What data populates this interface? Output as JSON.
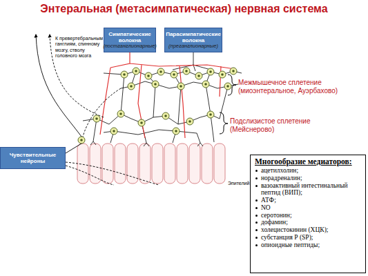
{
  "diagram": {
    "title": "Энтеральная (метасимпатическая) нервная система",
    "nodes": [
      {
        "text": [
          "Симпатические волокна",
          "(постганглионарные)"
        ]
      },
      {
        "text": [
          "Парасимпатические волокна",
          "(преганглионарные)"
        ]
      },
      {
        "text": [
          "Чувствительные нейроны"
        ]
      },
      {
        "text": [
          "Многообразие медиаторов:",
          "ацетилхолин;",
          "норадреналин;",
          "вазоактивный интестинальный пептид (ВИП);",
          "АТФ;",
          "NO",
          "серотонин;",
          "дофамин;",
          "холецистокинин (ХЦК);",
          "субстанция Р (SP);",
          "опиоидные пептиды;"
        ]
      }
    ],
    "labels": [
      "К превертебральным ганглиям, спинному мозгу, стволу головного мозга",
      "Межмышечное сплетение (миоэнтеральное, Ауэрбахово)",
      "Подслизистое сплетение (Мейснерово)",
      "Эпителий"
    ]
  }
}
